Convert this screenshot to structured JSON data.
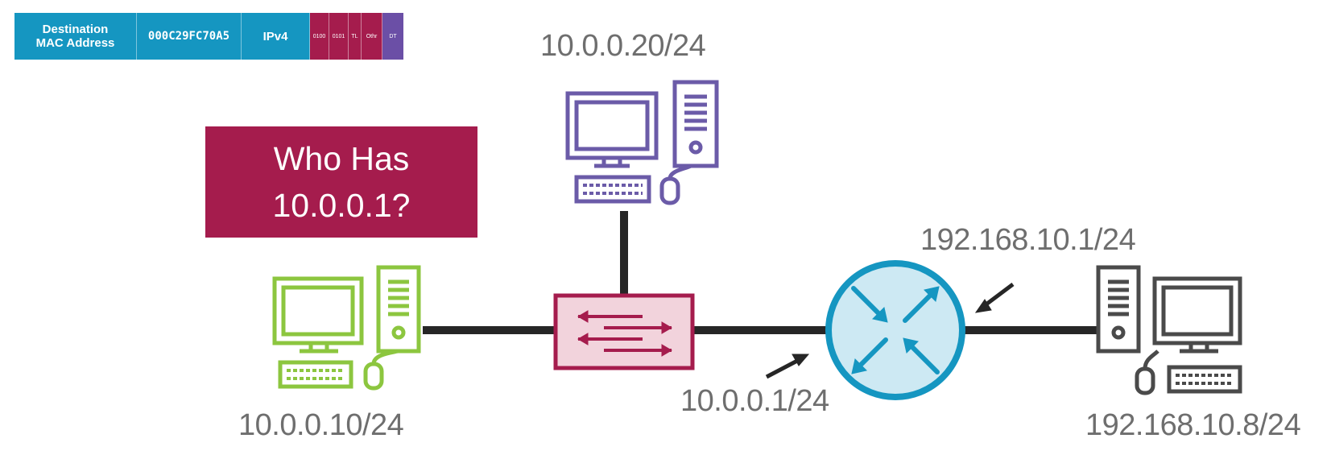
{
  "frame": {
    "dest_label_line1": "Destination",
    "dest_label_line2": "MAC Address",
    "mac_value": "000C29FC70A5",
    "ethertype": "IPv4",
    "ip_field_1": "0100",
    "ip_field_2": "0101",
    "ip_field_3": "TL",
    "ip_field_4": "Othr",
    "ip_field_5": "DT",
    "colors": {
      "header": "#1596c1",
      "ip_header": "#a51c4d",
      "data": "#6b4fa6"
    }
  },
  "callout": {
    "line1": "Who Has",
    "line2": "10.0.0.1?",
    "color": "#a51c4d"
  },
  "labels": {
    "host_top": "10.0.0.20/24",
    "host_left": "10.0.0.10/24",
    "router_left_if": "10.0.0.1/24",
    "router_right_if": "192.168.10.1/24",
    "host_right": "192.168.10.8/24"
  },
  "colors": {
    "host_left": "#8cc63f",
    "host_top": "#6b5ba8",
    "host_right": "#4a4a4a",
    "switch": "#a51c4d",
    "switch_fill": "#f2d3dc",
    "router": "#1596c1",
    "router_fill": "#cde9f3",
    "link": "#262626"
  },
  "icons": [
    "computer-icon",
    "switch-icon",
    "router-icon",
    "arrow-icon"
  ]
}
